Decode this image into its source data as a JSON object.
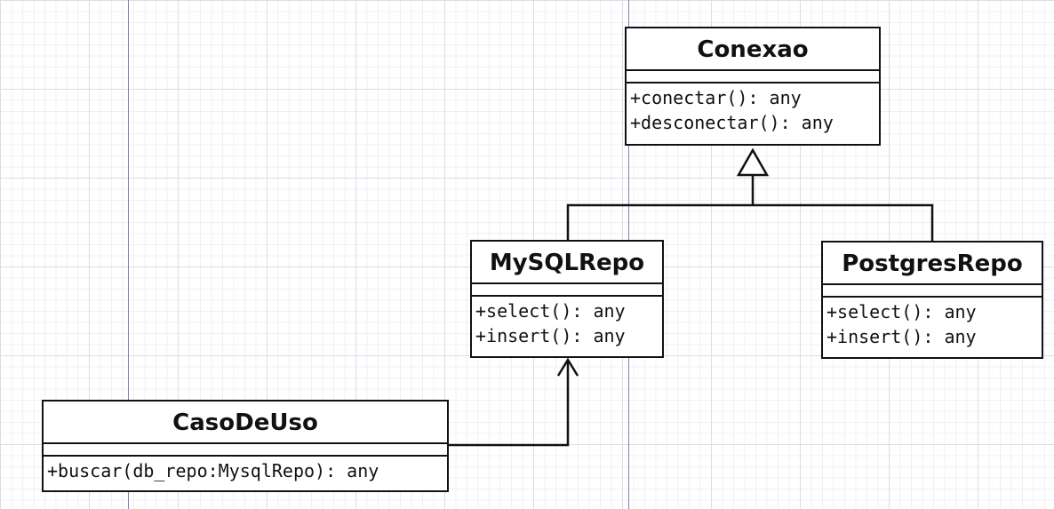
{
  "classes": {
    "conexao": {
      "name": "Conexao",
      "operations": [
        "+conectar(): any",
        "+desconectar(): any"
      ]
    },
    "mysql_repo": {
      "name": "MySQLRepo",
      "operations": [
        "+select(): any",
        "+insert(): any"
      ]
    },
    "postgres_repo": {
      "name": "PostgresRepo",
      "operations": [
        "+select(): any",
        "+insert(): any"
      ]
    },
    "caso_de_uso": {
      "name": "CasoDeUso",
      "operations": [
        "+buscar(db_repo:MysqlRepo): any"
      ]
    }
  },
  "colors": {
    "line": "#111111",
    "guide": "#7e7ec2",
    "grid": "#dadde6"
  }
}
